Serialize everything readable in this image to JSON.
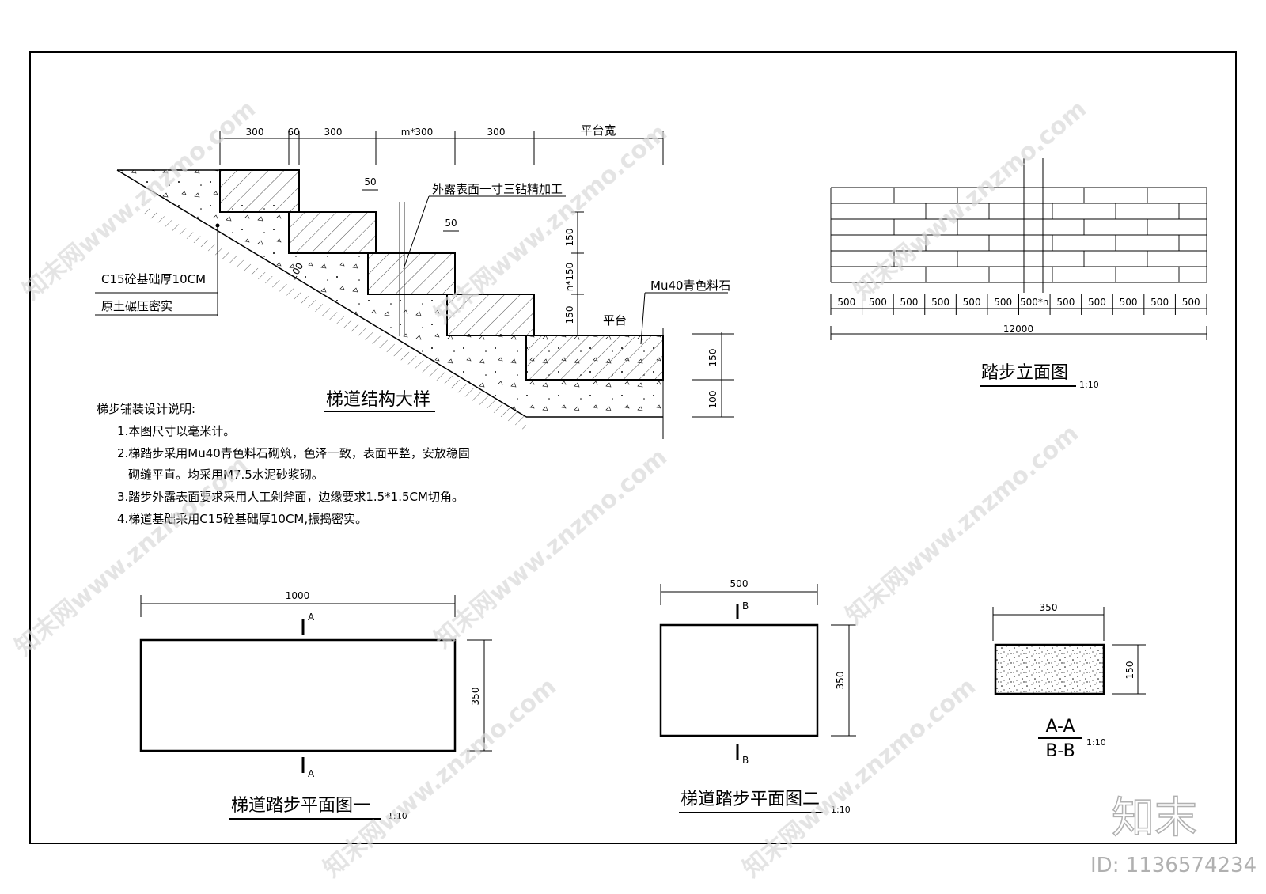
{
  "stair_detail": {
    "top_dims": [
      "300",
      "60",
      "300",
      "m*300",
      "300",
      "平台宽"
    ],
    "dim_50_a": "50",
    "dim_50_b": "50",
    "dim_100": "100",
    "riser_dims": [
      "150",
      "n*150",
      "150"
    ],
    "side_dims": [
      "150",
      "100"
    ],
    "label_finish": "外露表面一寸三钻精加工",
    "label_stone": "Mu40青色料石",
    "label_platform": "平台",
    "label_base": "C15砼基础厚10CM",
    "label_soil": "原土碾压密实",
    "title": "梯道结构大样"
  },
  "notes": {
    "heading": "梯步铺装设计说明:",
    "lines": [
      "1.本图尺寸以毫米计。",
      "2.梯踏步采用Mu40青色料石砌筑，色泽一致，表面平整，安放稳固",
      "砌缝平直。均采用M7.5水泥砂浆砌。",
      "3.踏步外露表面要求采用人工剁斧面，边缘要求1.5*1.5CM切角。",
      "4.梯道基础采用C15砼基础厚10CM,振捣密实。"
    ]
  },
  "elevation": {
    "dims": [
      "500",
      "500",
      "500",
      "500",
      "500",
      "500",
      "500*n",
      "500",
      "500",
      "500",
      "500",
      "500"
    ],
    "total": "12000",
    "title": "踏步立面图",
    "scale": "1:10"
  },
  "plan1": {
    "width": "1000",
    "height": "350",
    "mark": "A",
    "title": "梯道踏步平面图一",
    "scale": "1:10"
  },
  "plan2": {
    "width": "500",
    "height": "350",
    "mark": "B",
    "title": "梯道踏步平面图二",
    "scale": "1:10"
  },
  "section": {
    "width": "350",
    "height": "150",
    "title_top": "A-A",
    "title_bottom": "B-B",
    "scale": "1:10"
  },
  "watermark": {
    "text": "知末网www.znzmo.com",
    "logo": "知末",
    "id": "ID: 1136574234"
  }
}
